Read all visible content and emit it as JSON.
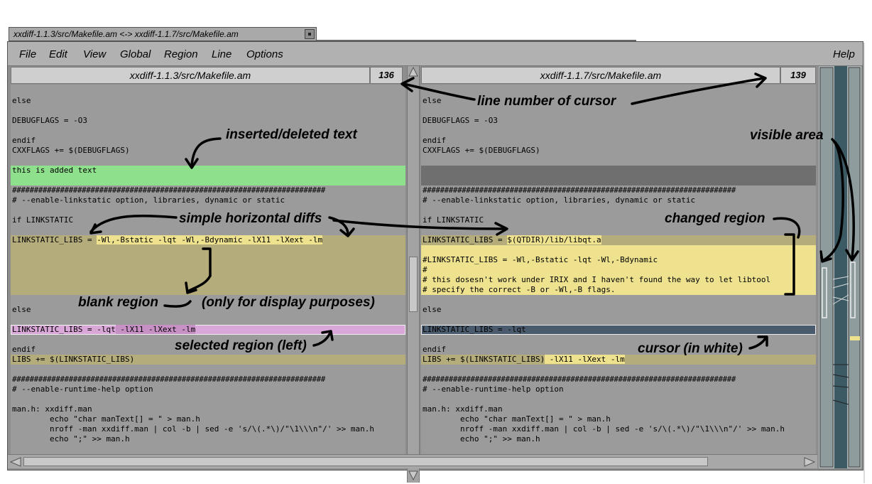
{
  "window": {
    "title": "xxdiff-1.1.3/src/Makefile.am <-> xxdiff-1.1.7/src/Makefile.am"
  },
  "menu": {
    "items": [
      "File",
      "Edit",
      "View",
      "Global",
      "Region",
      "Line",
      "Options"
    ],
    "help": "Help"
  },
  "left_pane": {
    "filename": "xxdiff-1.1.3/src/Makefile.am",
    "cursor_line": "136",
    "lines": [
      "else",
      "DEBUGFLAGS = -O3",
      "endif",
      "CXXFLAGS += $(DEBUGFLAGS)",
      "this is added text",
      "########################################################################",
      "# --enable-linkstatic option, libraries, dynamic or static",
      "if LINKSTATIC",
      "LINKSTATIC_LIBS = ",
      "-Wl,-Bstatic -lqt -Wl,-Bdynamic -lX11 -lXext -lm",
      "else",
      "LINKSTATIC_LIBS = -lqt",
      " -lX11 -lXext -lm",
      "endif",
      "LIBS += $(LINKSTATIC_LIBS)",
      "########################################################################",
      "# --enable-runtime-help option",
      "man.h: xxdiff.man",
      "        echo \"char manText[] = \" > man.h",
      "        nroff -man xxdiff.man | col -b | sed -e 's/\\(.*\\)/\"\\1\\\\\\n\"/' >> man.h",
      "        echo \";\" >> man.h"
    ]
  },
  "right_pane": {
    "filename": "xxdiff-1.1.7/src/Makefile.am",
    "cursor_line": "139",
    "lines": [
      "else",
      "DEBUGFLAGS = -O3",
      "endif",
      "CXXFLAGS += $(DEBUGFLAGS)",
      "########################################################################",
      "# --enable-linkstatic option, libraries, dynamic or static",
      "if LINKSTATIC",
      "LINKSTATIC_LIBS = ",
      "$(QTDIR)/lib/libqt.a",
      "#LINKSTATIC_LIBS = -Wl,-Bstatic -lqt -Wl,-Bdynamic",
      "#",
      "# this dosesn't work under IRIX and I haven't found the way to let libtool",
      "# specify the correct -B or -Wl,-B flags.",
      "else",
      "LINKSTATIC_LIBS = -lqt",
      "endif",
      "LIBS += $(LINKSTATIC_LIBS)",
      " -lX11 -lXext -lm",
      "########################################################################",
      "# --enable-runtime-help option",
      "man.h: xxdiff.man",
      "        echo \"char manText[] = \" > man.h",
      "        nroff -man xxdiff.man | col -b | sed -e 's/\\(.*\\)/\"\\1\\\\\\n\"/' >> man.h",
      "        echo \";\" >> man.h"
    ]
  },
  "annotations": {
    "line_number": "line number of cursor",
    "inserted_deleted": "inserted/deleted text",
    "visible_area": "visible area",
    "simple_horizontal": "simple horizontal diffs",
    "changed_region": "changed region",
    "blank_region": "blank region",
    "display_purposes": "(only for display purposes)",
    "selected_region": "selected region (left)",
    "cursor": "cursor (in white)"
  },
  "colors": {
    "inserted": "#8fe08c",
    "changed": "#eee28f",
    "changed_dim": "#b4ac7a",
    "selected": "#d9a7d8",
    "cursor": "#4a5b6d",
    "blank": "#6f6f6f"
  }
}
